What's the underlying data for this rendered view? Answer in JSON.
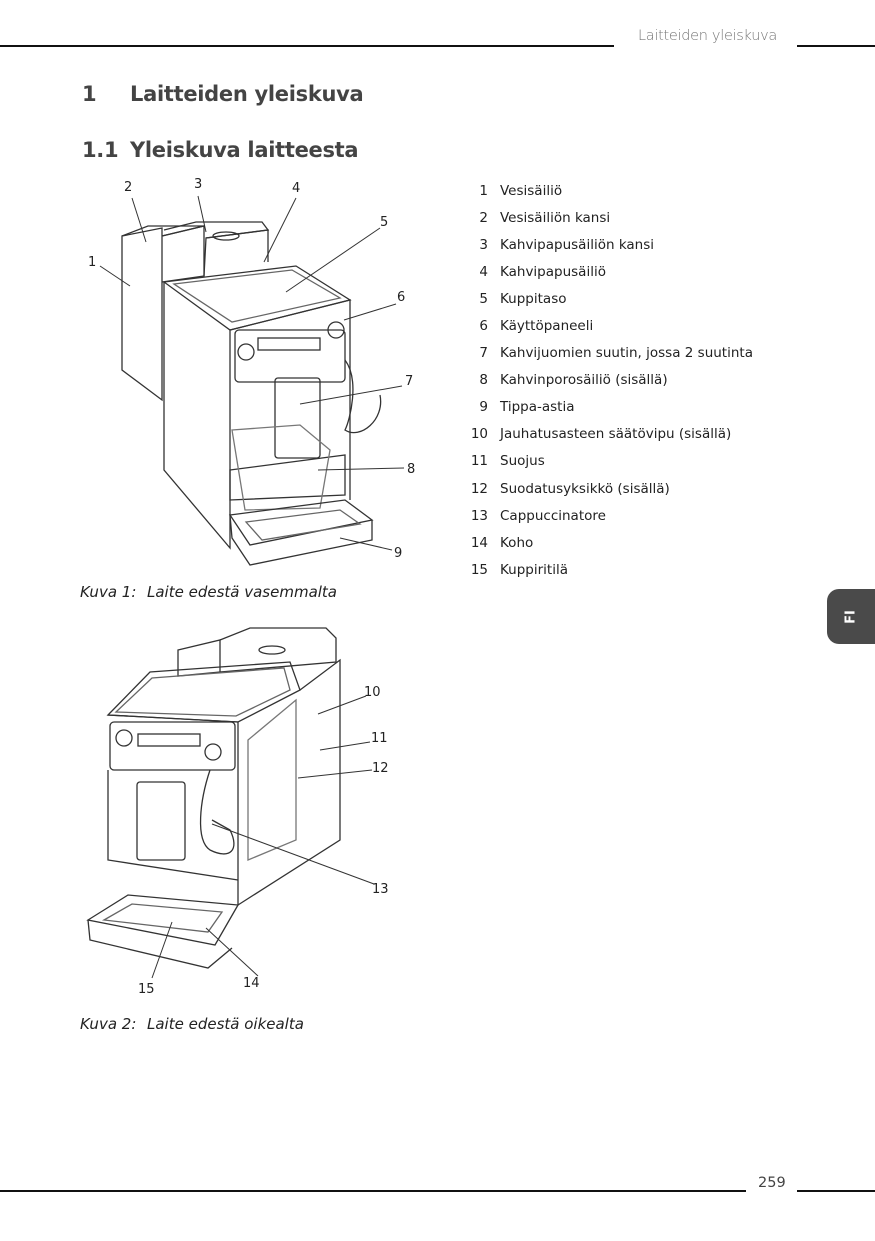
{
  "header": {
    "running_title": "Laitteiden yleiskuva"
  },
  "heading1": {
    "number": "1",
    "title": "Laitteiden yleiskuva"
  },
  "heading2": {
    "number": "1.1",
    "title": "Yleiskuva laitteesta"
  },
  "parts": [
    {
      "num": "1",
      "label": "Vesisäiliö"
    },
    {
      "num": "2",
      "label": "Vesisäiliön kansi"
    },
    {
      "num": "3",
      "label": "Kahvipapusäiliön kansi"
    },
    {
      "num": "4",
      "label": "Kahvipapusäiliö"
    },
    {
      "num": "5",
      "label": "Kuppitaso"
    },
    {
      "num": "6",
      "label": "Käyttöpaneeli"
    },
    {
      "num": "7",
      "label": "Kahvijuomien suutin, jossa 2 suutinta"
    },
    {
      "num": "8",
      "label": "Kahvinporosäiliö (sisällä)"
    },
    {
      "num": "9",
      "label": "Tippa-astia"
    },
    {
      "num": "10",
      "label": "Jauhatusasteen säätövipu (sisällä)"
    },
    {
      "num": "11",
      "label": "Suojus"
    },
    {
      "num": "12",
      "label": "Suodatusyksikkö (sisällä)"
    },
    {
      "num": "13",
      "label": "Cappuccinatore"
    },
    {
      "num": "14",
      "label": "Koho"
    },
    {
      "num": "15",
      "label": "Kuppiritilä"
    }
  ],
  "figure1": {
    "number": "Kuva 1:",
    "caption": "Laite edestä vasemmalta",
    "callouts": [
      "1",
      "2",
      "3",
      "4",
      "5",
      "6",
      "7",
      "8",
      "9"
    ]
  },
  "figure2": {
    "number": "Kuva 2:",
    "caption": "Laite edestä oikealta",
    "callouts": [
      "10",
      "11",
      "12",
      "13",
      "14",
      "15"
    ]
  },
  "side_tab": {
    "label": "FI"
  },
  "footer": {
    "page_number": "259"
  }
}
